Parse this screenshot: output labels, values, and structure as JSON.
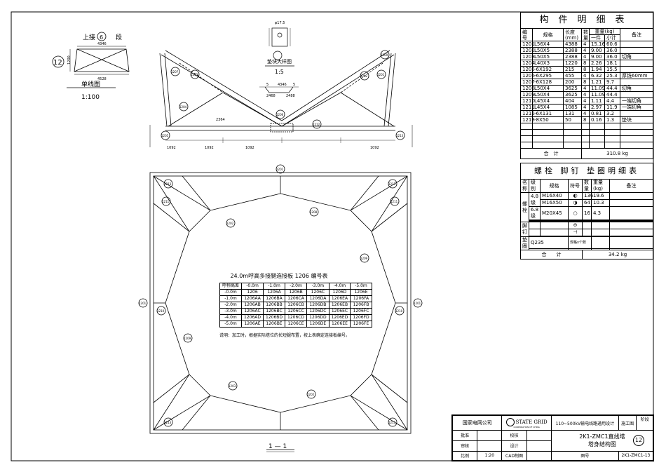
{
  "single_line": {
    "heading": "上接",
    "segment_num": "6",
    "segment_word": "段",
    "section_id": "12",
    "top_dim": "4346",
    "height_dim": "1200",
    "bottom_dim": "4528",
    "name": "单线图",
    "scale": "1:100"
  },
  "detail": {
    "name": "垫块大样图",
    "scale": "1:5",
    "plate_label": "φ17.5",
    "dim1": "4346",
    "dim2": "2468",
    "dim3": "2488",
    "dim4": "5",
    "dim5": "5"
  },
  "elevation": {
    "dims": [
      "1092",
      "1092",
      "1092",
      "1092"
    ],
    "dim_top": "2364",
    "marks": [
      "1201",
      "1202",
      "1203",
      "1204",
      "1205",
      "1206",
      "1207",
      "1208",
      "1209",
      "1211",
      "1212",
      "1213"
    ]
  },
  "plan": {
    "section_label": "1 — 1",
    "marks": [
      "1201",
      "1202",
      "1203",
      "1208",
      "1209",
      "1210",
      "1211",
      "1213"
    ]
  },
  "joint_table": {
    "title": "24.0m呼高多接腿连接板 1206 编号表",
    "header": [
      "呼称高差",
      "-0.0m",
      "-1.0m",
      "-2.0m",
      "-3.0m",
      "-4.0m",
      "-5.0m"
    ],
    "rows": [
      [
        "-0.0m",
        "1206",
        "1206A",
        "1206B",
        "1206C",
        "1206D",
        "1206E"
      ],
      [
        "-1.0m",
        "1206AA",
        "1206BA",
        "1206CA",
        "1206DA",
        "1206EA",
        "1206FA"
      ],
      [
        "-2.0m",
        "1206AB",
        "1206BB",
        "1206CB",
        "1206DB",
        "1206EB",
        "1206FB"
      ],
      [
        "-3.0m",
        "1206AC",
        "1206BC",
        "1206CC",
        "1206DC",
        "1206EC",
        "1206FC"
      ],
      [
        "-4.0m",
        "1206AD",
        "1206BD",
        "1206CD",
        "1206DD",
        "1206ED",
        "1206FD"
      ],
      [
        "-5.0m",
        "1206AE",
        "1206BE",
        "1206CE",
        "1206DE",
        "1206EE",
        "1206FE"
      ]
    ],
    "note": "说明：加工时，根据实际塔位的长短腿布置，按上表确定连接板编号。"
  },
  "parts_table": {
    "title": "构件明细表",
    "headers": {
      "id": "编号",
      "spec": "规格",
      "length": "长度(mm)",
      "qty": "数量",
      "weight": "重量(kg)",
      "weight_one": "一件",
      "weight_total": "小计",
      "remark": "备注"
    },
    "rows": [
      [
        "1201",
        "L56X4",
        "4388",
        "4",
        "15.16",
        "60.6",
        ""
      ],
      [
        "1202",
        "L50X5",
        "2388",
        "4",
        "9.00",
        "36.0",
        ""
      ],
      [
        "1203",
        "L50X5",
        "2388",
        "4",
        "9.00",
        "36.0",
        "切角"
      ],
      [
        "1204",
        "L40X3",
        "1220",
        "8",
        "2.26",
        "18.1",
        ""
      ],
      [
        "1205",
        "-6X192",
        "215",
        "8",
        "1.94",
        "15.5",
        ""
      ],
      [
        "1206",
        "-6X295",
        "455",
        "4",
        "6.32",
        "25.3",
        "厚铣60mm"
      ],
      [
        "1207",
        "-6X128",
        "200",
        "8",
        "1.21",
        "9.7",
        ""
      ],
      [
        "1208",
        "L50X4",
        "3625",
        "4",
        "11.09",
        "44.4",
        "切角"
      ],
      [
        "1209",
        "L50X4",
        "3625",
        "4",
        "11.09",
        "44.4",
        ""
      ],
      [
        "1210",
        "L45X4",
        "404",
        "4",
        "1.11",
        "4.4",
        "一端切角"
      ],
      [
        "1211",
        "L45X4",
        "1085",
        "4",
        "2.97",
        "11.9",
        "一端切角"
      ],
      [
        "1212",
        "-6X131",
        "131",
        "4",
        "0.81",
        "3.2",
        ""
      ],
      [
        "1213",
        "-8X50",
        "50",
        "8",
        "0.16",
        "1.3",
        "垫块"
      ]
    ],
    "total_label": "合　计",
    "total_value": "310.8 kg"
  },
  "bolts_table": {
    "title": "螺栓  脚钉  垫圈明细表",
    "headers": {
      "name": "名称",
      "grade": "级别",
      "spec": "规格",
      "symbol": "符号",
      "qty": "数量",
      "weight": "重量(kg)",
      "remark": "备注"
    },
    "bolt_name": "螺栓",
    "rows": [
      [
        "4.8级",
        "M16X40",
        "136",
        "19.6"
      ],
      [
        "",
        "M16X50",
        "64",
        "10.3"
      ],
      [
        "6.8级",
        "M20X45",
        "16",
        "4.3"
      ]
    ],
    "nail_name": "脚钉",
    "washer_name": "垫圈",
    "washer_grade": "Q235",
    "washer_spec": "规格x个数",
    "total_label": "合　　计",
    "total_value": "34.2 kg"
  },
  "title_block": {
    "company": "国家电网公司",
    "logo_text": "STATE GRID",
    "logo_sub": "CORPORATION OF CHINA",
    "project": "110~500kV输电线路通用设计",
    "stage": "施工图",
    "phase": "阶段",
    "drawing_name_1": "2K1-ZMC1直线塔",
    "drawing_name_2": "塔身结构图",
    "section_no": "12",
    "roles": [
      "批准",
      "审核",
      "比例"
    ],
    "roles2": [
      "校核",
      "设计",
      "CAD制图"
    ],
    "scale": "1:20",
    "drawing_no_label": "图号",
    "drawing_no": "2K1-ZMC1-13"
  }
}
